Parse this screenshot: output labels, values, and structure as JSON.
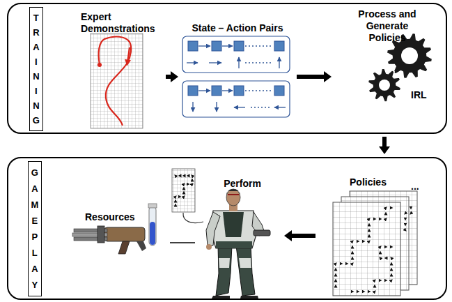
{
  "diagram": {
    "nodes": [
      {
        "text": [
          "TRAINING"
        ]
      },
      {
        "text": [
          "Expert Demonstrations"
        ],
        "in": 0
      },
      {
        "text": [
          "State – Action Pairs"
        ],
        "in": 0
      },
      {
        "text": [
          "Process and Generate Policies",
          "IRL"
        ],
        "in": 0
      },
      {
        "text": [
          "GAMEPLAY"
        ]
      },
      {
        "text": [
          "Resources"
        ],
        "in": 4
      },
      {
        "text": [
          "Perform"
        ],
        "in": 4
      },
      {
        "text": [
          "Policies",
          "..."
        ],
        "in": 4
      }
    ],
    "edges": [
      {
        "from": 1,
        "to": 2,
        "arrow": "to"
      },
      {
        "from": 2,
        "to": 3,
        "arrow": "to"
      },
      {
        "from": 0,
        "to": 4,
        "arrow": "to"
      },
      {
        "from": 7,
        "to": 6,
        "arrow": "to"
      },
      {
        "from": 5,
        "to": 6,
        "arrow": "none"
      }
    ]
  }
}
